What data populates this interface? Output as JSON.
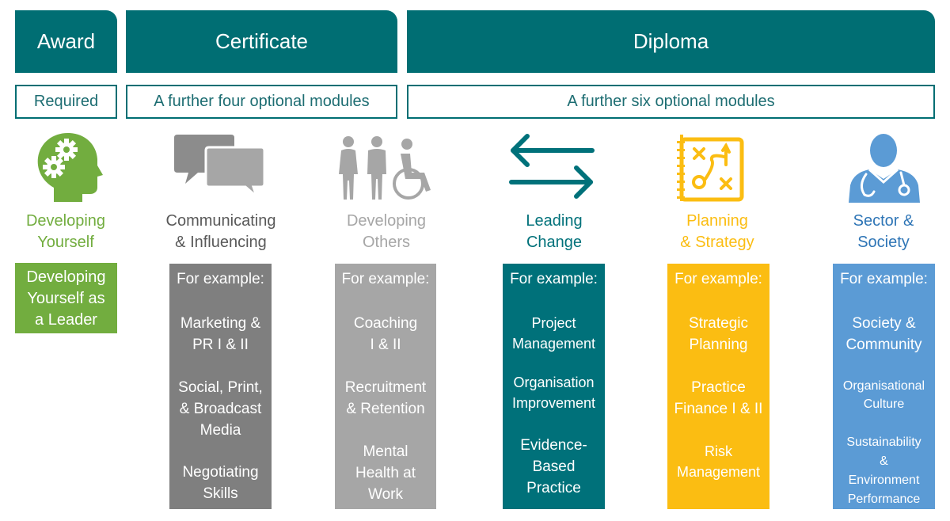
{
  "headers": {
    "award": "Award",
    "certificate": "Certificate",
    "diploma": "Diploma"
  },
  "subheaders": {
    "award": "Required",
    "certificate": "A further four optional modules",
    "diploma": "A further six optional modules"
  },
  "colors": {
    "header_teal": "#006e73",
    "green": "#72ad3f",
    "dark_gray": "#7f7f7f",
    "light_gray": "#a6a6a6",
    "teal": "#00717a",
    "yellow": "#fbbd12",
    "blue": "#5b9bd5"
  },
  "modules": [
    {
      "title": "Developing\nYourself",
      "icon": "head-gears-icon",
      "box_text": "Developing\nYourself as\na Leader"
    },
    {
      "title": "Communicating\n& Influencing",
      "icon": "speech-bubbles-icon",
      "lead": "For example:",
      "items": [
        "Marketing &\nPR I & II",
        "Social, Print,\n& Broadcast\nMedia",
        "Negotiating\nSkills"
      ]
    },
    {
      "title": "Developing\nOthers",
      "icon": "people-wheelchair-icon",
      "lead": "For example:",
      "items": [
        "Coaching\nI & II",
        "Recruitment\n& Retention",
        "Mental\nHealth at\nWork"
      ]
    },
    {
      "title": "Leading\nChange",
      "icon": "exchange-arrows-icon",
      "lead": "For example:",
      "items": [
        "Project\nManagement",
        "Organisation\nImprovement",
        "Evidence-\nBased\nPractice"
      ]
    },
    {
      "title": "Planning\n& Strategy",
      "icon": "strategy-board-icon",
      "lead": "For example:",
      "items": [
        "Strategic\nPlanning",
        "Practice\nFinance I & II",
        "Risk\nManagement"
      ]
    },
    {
      "title": "Sector &\nSociety",
      "icon": "doctor-icon",
      "lead": "For example:",
      "items": [
        "Society &\nCommunity",
        "Organisational\nCulture",
        "Sustainability\n&\nEnvironment\nPerformance"
      ]
    }
  ]
}
